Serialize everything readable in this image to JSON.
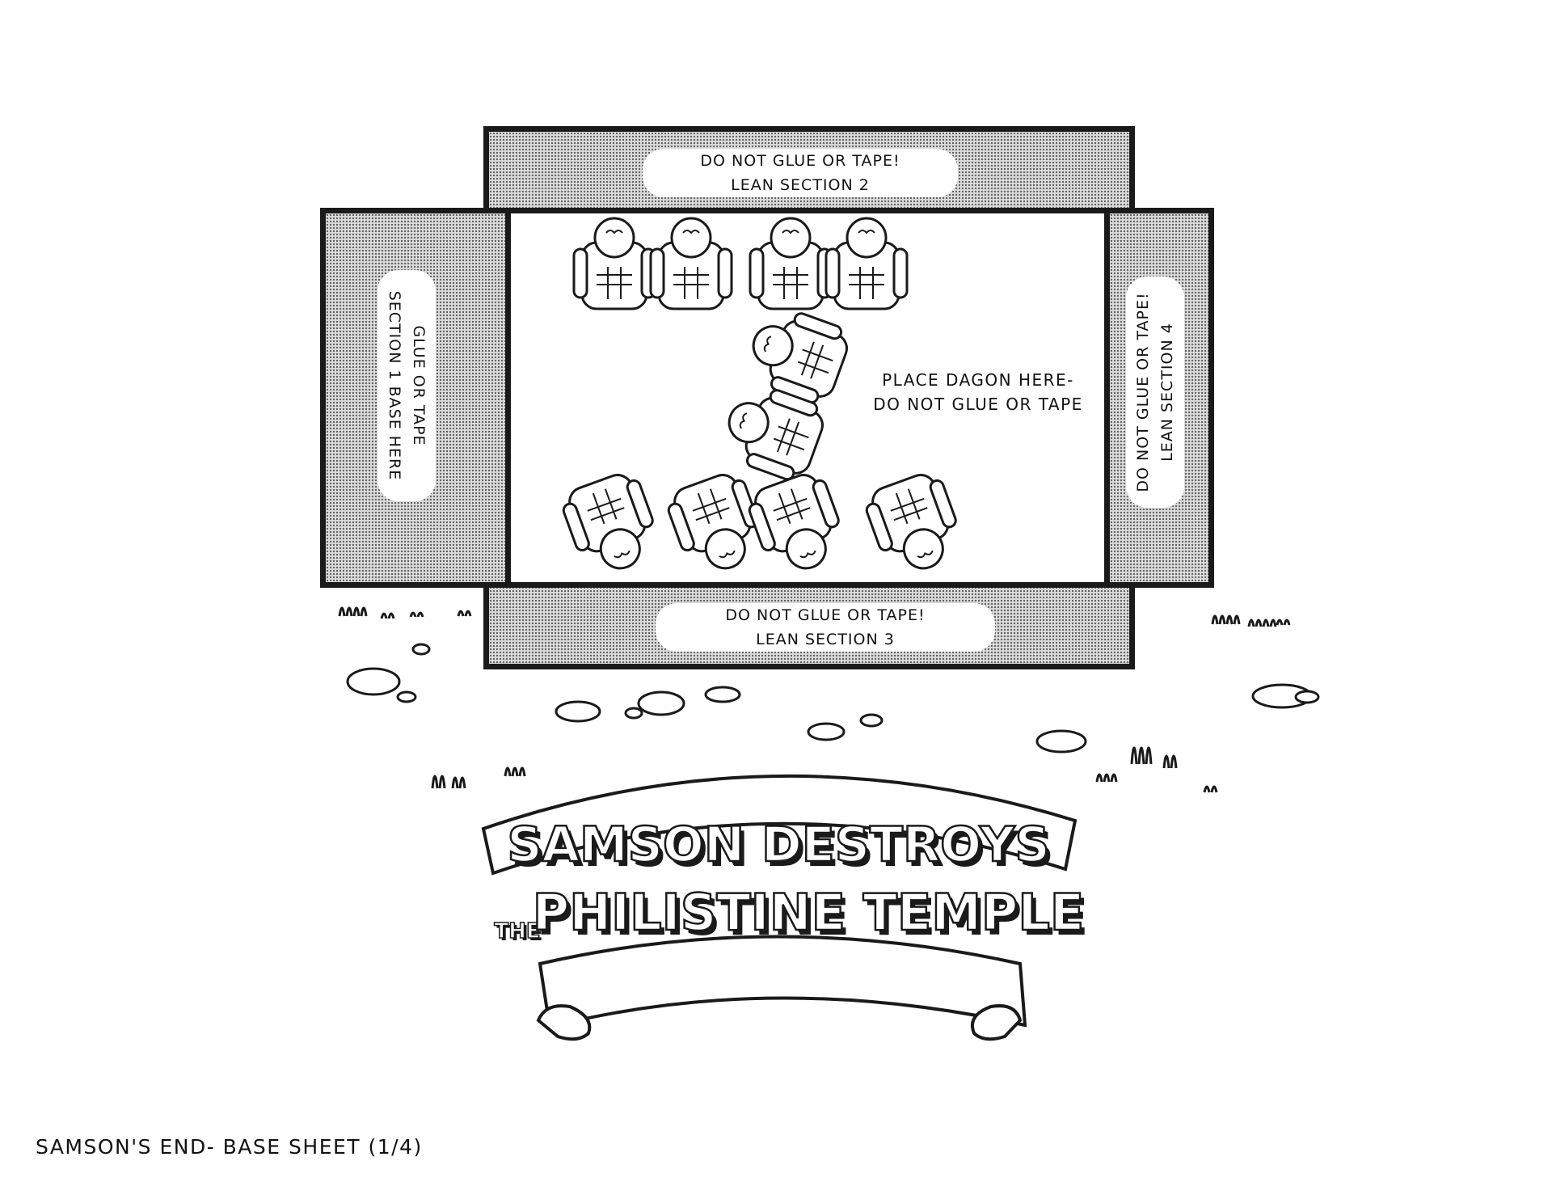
{
  "flaps": {
    "top": {
      "line1": "DO NOT GLUE OR TAPE!",
      "line2": "LEAN SECTION 2"
    },
    "bottom": {
      "line1": "DO NOT GLUE OR TAPE!",
      "line2": "LEAN SECTION 3"
    },
    "left": {
      "line1": "GLUE OR TAPE",
      "line2": "SECTION 1 BASE HERE"
    },
    "right": {
      "line1": "DO NOT GLUE OR TAPE!",
      "line2": "LEAN SECTION 4"
    }
  },
  "center": {
    "line1": "PLACE DAGON HERE-",
    "line2": "DO NOT GLUE OR TAPE"
  },
  "banner": {
    "line1": "SAMSON DESTROYS",
    "the": "THE",
    "line2": "PHILISTINE TEMPLE"
  },
  "footer": {
    "label": "SAMSON'S END- BASE SHEET (1/4)"
  },
  "colors": {
    "ink": "#1a1a1a",
    "paper": "#ffffff",
    "screen": "#d9d9d9"
  },
  "figures": {
    "top_row": 4,
    "middle": 2,
    "bottom_row": 4
  }
}
